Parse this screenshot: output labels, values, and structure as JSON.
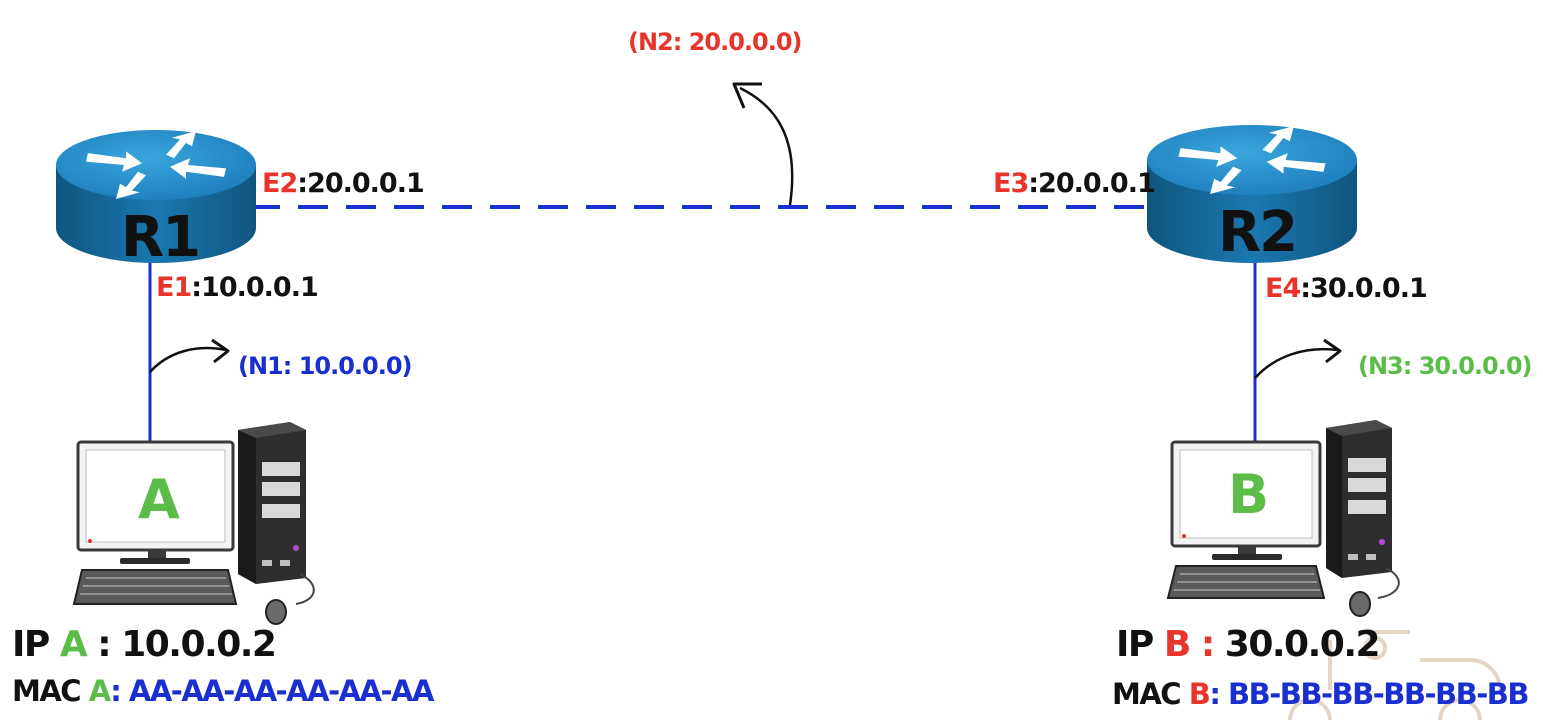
{
  "colors": {
    "interface": "#e8352b",
    "link": "#1a2fd0",
    "n1": "#1a2fd0",
    "n2": "#e8352b",
    "n3": "#5bbd48",
    "pc_letter": "#5bbd48",
    "router_body": "#1f8fc9"
  },
  "icons": [
    "router-icon",
    "desktop-computer-icon",
    "curved-arrow-icon"
  ],
  "networks": {
    "n1": "(N1: 10.0.0.0)",
    "n2": "(N2: 20.0.0.0)",
    "n3": "(N3: 30.0.0.0)"
  },
  "routers": {
    "r1": {
      "name": "R1",
      "e1": {
        "name": "E1",
        "ip": ":10.0.0.1"
      },
      "e2": {
        "name": "E2",
        "ip": ":20.0.0.1"
      }
    },
    "r2": {
      "name": "R2",
      "e3": {
        "name": "E3",
        "ip": ":20.0.0.1"
      },
      "e4": {
        "name": "E4",
        "ip": ":30.0.0.1"
      }
    }
  },
  "hosts": {
    "a": {
      "screen_letter": "A",
      "ip_prefix": "IP",
      "ip_letter": "A",
      "ip_sep": ":",
      "ip_value": "10.0.0.2",
      "mac_prefix": "MAC",
      "mac_letter": "A",
      "mac_sep": ":",
      "mac_value": "AA-AA-AA-AA-AA-AA"
    },
    "b": {
      "screen_letter": "B",
      "ip_prefix": "IP",
      "ip_letter": "B",
      "ip_sep": ":",
      "ip_value": "30.0.0.2",
      "mac_prefix": "MAC",
      "mac_letter": "B",
      "mac_sep": ":",
      "mac_value": "BB-BB-BB-BB-BB-BB"
    }
  }
}
